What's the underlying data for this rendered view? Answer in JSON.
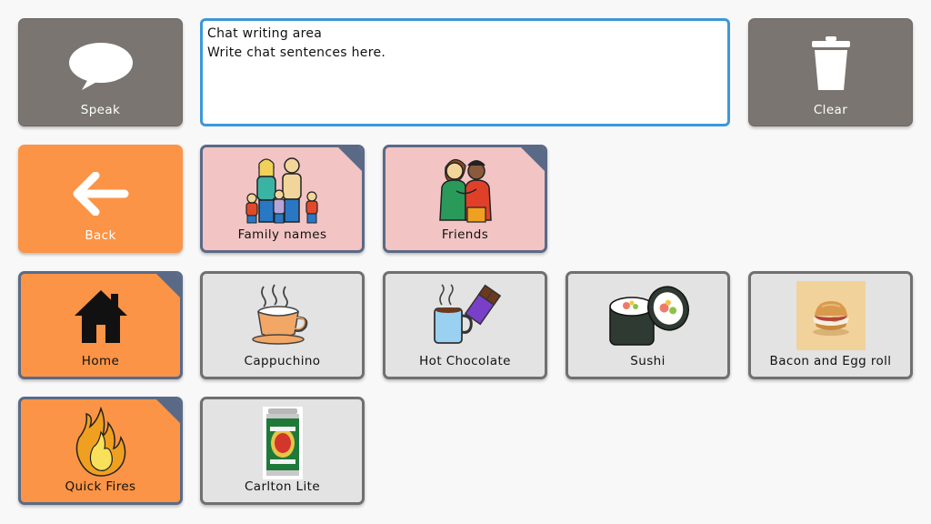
{
  "chat": {
    "line1": "Chat writing area",
    "line2": "Write chat sentences here."
  },
  "toolbar": {
    "speak_label": "Speak",
    "clear_label": "Clear",
    "back_label": "Back"
  },
  "categories": {
    "family": "Family names",
    "friends": "Friends",
    "home": "Home",
    "quick_fires": "Quick Fires"
  },
  "items": {
    "cappuchino": "Cappuchino",
    "hot_chocolate": "Hot Chocolate",
    "sushi": "Sushi",
    "bacon_egg_roll": "Bacon and Egg roll",
    "carlton": "Carlton Lite"
  },
  "colors": {
    "gray_button": "#7a7570",
    "orange_tile": "#fb9446",
    "pink_tile": "#f3c4c4",
    "item_tile": "#e3e3e3",
    "folder_corner": "#5a6a86",
    "chat_border": "#3d97d8"
  }
}
